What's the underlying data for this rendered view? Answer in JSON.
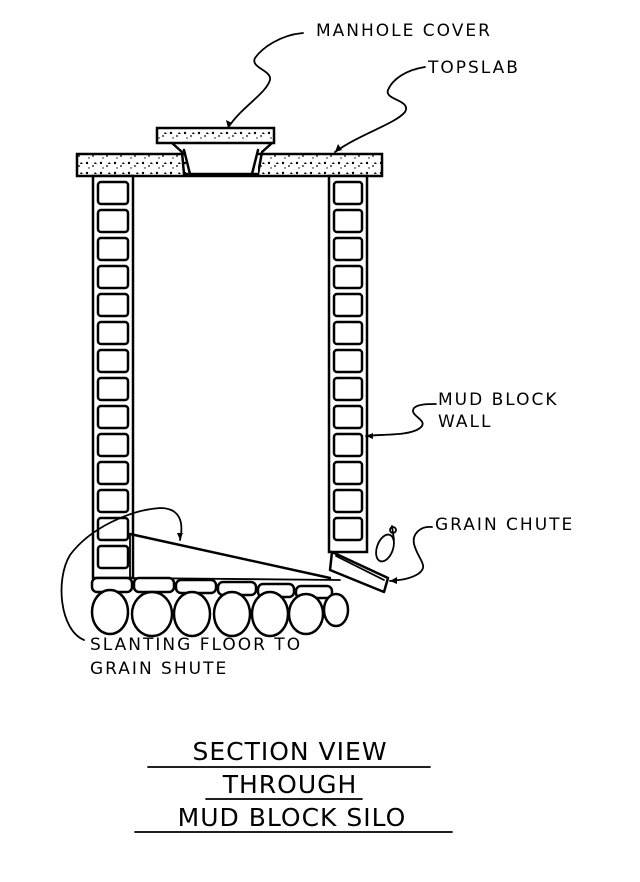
{
  "diagram": {
    "title_lines": [
      "SECTION VIEW",
      "THROUGH",
      "MUD BLOCK SILO"
    ],
    "labels": {
      "manhole_cover": "MANHOLE COVER",
      "topslab": "TOPSLAB",
      "mud_block_wall": [
        "MUD BLOCK",
        "WALL"
      ],
      "grain_chute": "GRAIN CHUTE",
      "slanting_floor": [
        "SLANTING FLOOR TO",
        "GRAIN SHUTE"
      ]
    },
    "components": [
      "manhole cover",
      "topslab",
      "mud block wall",
      "slanting floor",
      "grain chute",
      "stone foundation"
    ],
    "colors": {
      "ink": "#000000",
      "paper": "#ffffff"
    }
  }
}
